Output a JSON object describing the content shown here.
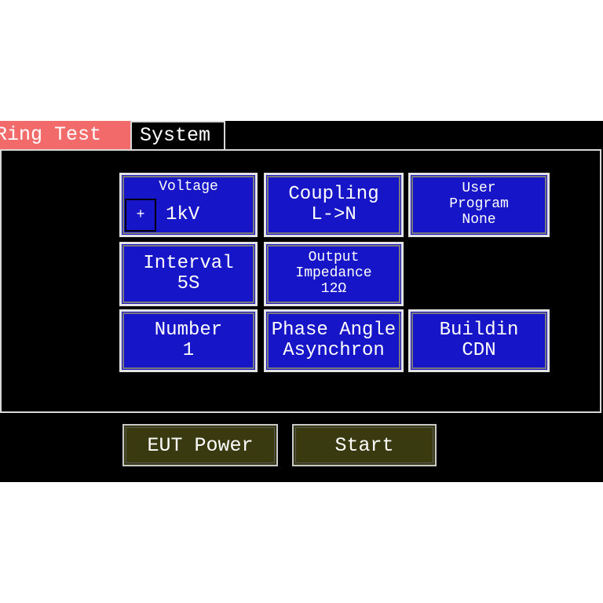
{
  "tabs": [
    {
      "label": "Ring Test",
      "active": true
    },
    {
      "label": "System",
      "active": false
    }
  ],
  "tiles": {
    "voltage": {
      "title": "Voltage",
      "polarity": "+",
      "value": "1kV"
    },
    "coupling": {
      "title": "Coupling",
      "value": "L->N"
    },
    "user_program": {
      "line1": "User",
      "line2": "Program",
      "line3": "None"
    },
    "interval": {
      "title": "Interval",
      "value": "5S"
    },
    "output_impedance": {
      "line1": "Output",
      "line2": "Impedance",
      "value": "12Ω"
    },
    "number": {
      "title": "Number",
      "value": "1"
    },
    "phase_angle": {
      "title": "Phase Angle",
      "value": "Asynchron"
    },
    "buildin": {
      "title": "Buildin",
      "value": "CDN"
    }
  },
  "buttons": {
    "eut_power": "EUT Power",
    "start": "Start"
  },
  "colors": {
    "screen_bg": "#000000",
    "tile_bg": "#1616c8",
    "active_tab": "#f26a6a",
    "button_bg": "#3a3a10",
    "text": "#ffffff"
  }
}
